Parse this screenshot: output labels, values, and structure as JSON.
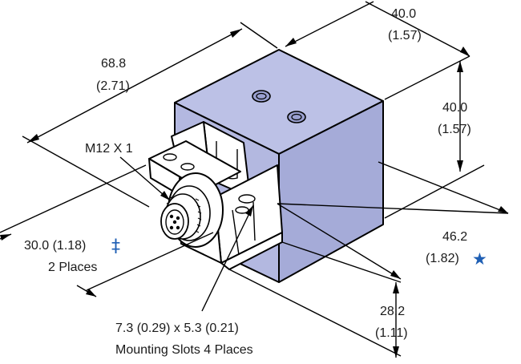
{
  "labels": {
    "top_width": "40.0",
    "top_width_in": "(1.57)",
    "length": "68.8",
    "length_in": "(2.71)",
    "height": "40.0",
    "height_in": "(1.57)",
    "thread": "M12 X 1",
    "overall": "46.2",
    "overall_in": "(1.82)",
    "spacing": "30.0 (1.18)",
    "spacing_places": "2 Places",
    "base": "28.2",
    "base_in": "(1.11)",
    "slots_size": "7.3 (0.29) x 5.3 (0.21)",
    "slots_desc": "Mounting Slots 4 Places"
  },
  "symbols": {
    "double_dagger": "‡",
    "star": "★"
  },
  "colors": {
    "housing_front": "#b3b8e0",
    "housing_side": "#a5abd8",
    "housing_top": "#bcc1e6",
    "outline": "#000000",
    "accent_blue": "#1f5fb4"
  }
}
